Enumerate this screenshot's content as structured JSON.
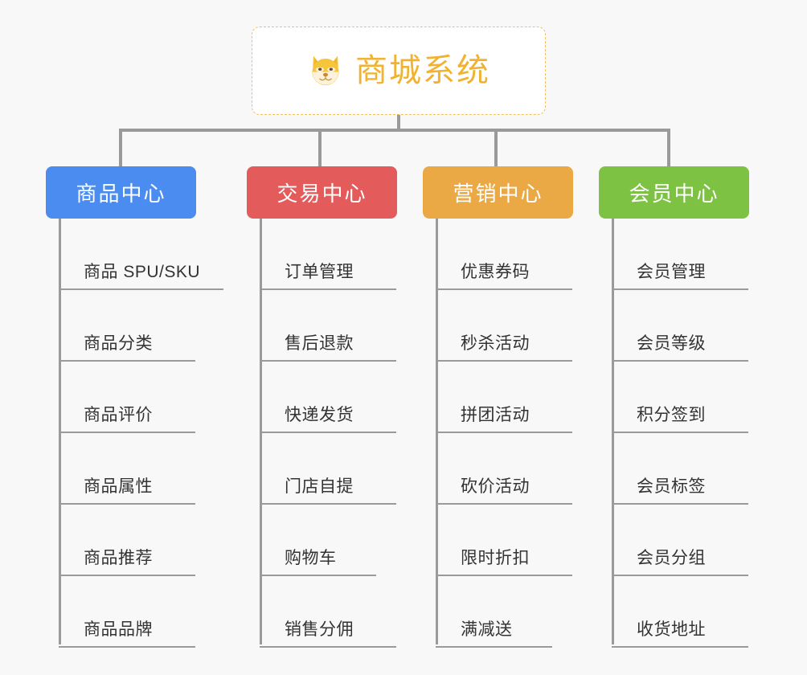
{
  "diagram": {
    "title": "商城系统",
    "root": {
      "label": "商城系统",
      "icon": "shiba-dog-icon",
      "text_color": "#f2b231",
      "border_color": "#f0c060",
      "background": "#ffffff"
    },
    "connector_color": "#9a9a9a",
    "page_background": "#f8f8f8",
    "branches": [
      {
        "label": "商品中心",
        "color": "#4a8cf0",
        "items": [
          "商品 SPU/SKU",
          "商品分类",
          "商品评价",
          "商品属性",
          "商品推荐",
          "商品品牌"
        ]
      },
      {
        "label": "交易中心",
        "color": "#e35b5b",
        "items": [
          "订单管理",
          "售后退款",
          "快递发货",
          "门店自提",
          "购物车",
          "销售分佣"
        ]
      },
      {
        "label": "营销中心",
        "color": "#eaa944",
        "items": [
          "优惠券码",
          "秒杀活动",
          "拼团活动",
          "砍价活动",
          "限时折扣",
          "满减送"
        ]
      },
      {
        "label": "会员中心",
        "color": "#7dc242",
        "items": [
          "会员管理",
          "会员等级",
          "积分签到",
          "会员标签",
          "会员分组",
          "收货地址"
        ]
      }
    ]
  }
}
